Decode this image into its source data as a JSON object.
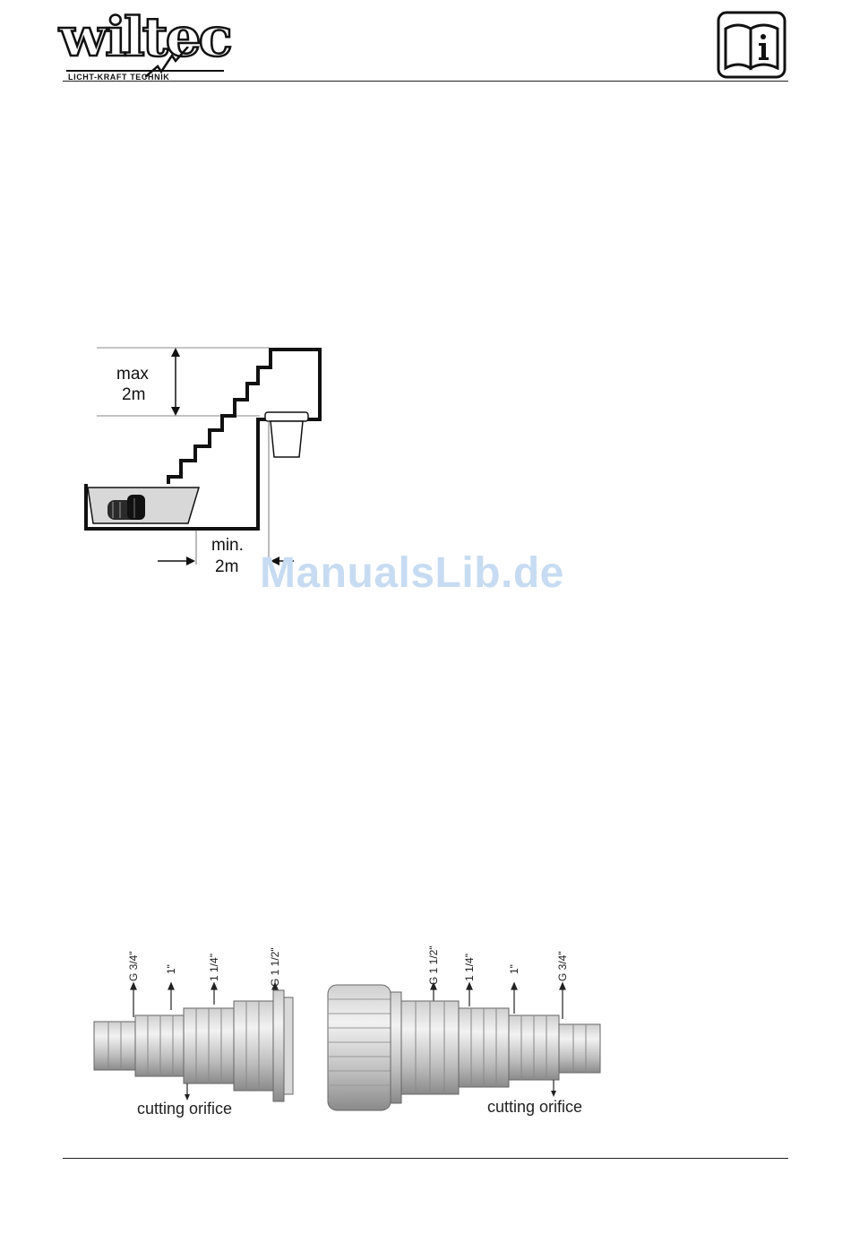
{
  "header": {
    "logo": {
      "word": "wiltec",
      "tagline": "LICHT-KRAFT  TECHNIK"
    },
    "manual_icon": "info-manual-icon"
  },
  "figure_stairs": {
    "height_label_line1": "max",
    "height_label_line2": "2m",
    "distance_label_line1": "min.",
    "distance_label_line2": "2m"
  },
  "watermark": "ManualsLib.de",
  "figure_adapters": {
    "left": {
      "labels": [
        "G 3/4\"",
        "1\"",
        "1 1/4\"",
        "G 1 1/2\""
      ],
      "caption": "cutting orifice"
    },
    "right": {
      "labels": [
        "G 1 1/2\"",
        "1 1/4\"",
        "1\"",
        "G 3/4\""
      ],
      "caption": "cutting orifice"
    }
  }
}
